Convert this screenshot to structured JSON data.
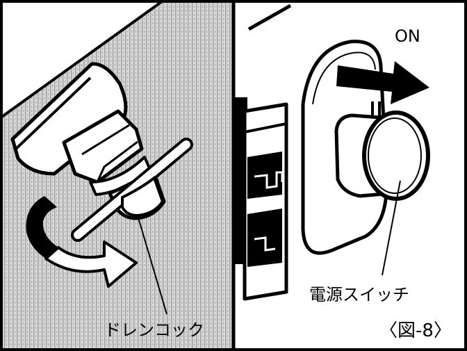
{
  "left_panel": {
    "drain_cock_label": "ドレンコック"
  },
  "right_panel": {
    "on_label": "ON",
    "power_switch_label": "電源スイッチ",
    "figure_label": "〈図-8〉"
  },
  "colors": {
    "ink": "#000000",
    "paper": "#ffffff",
    "texture_gray": "#bdbdbd"
  }
}
